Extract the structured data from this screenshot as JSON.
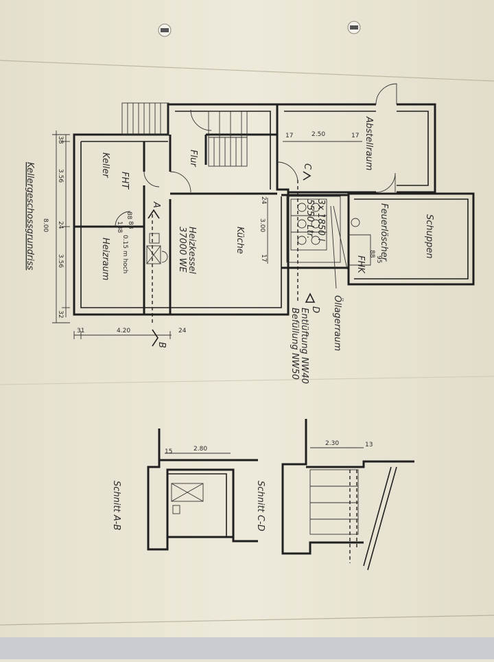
{
  "rooms": {
    "abstellraum": "Abstellraum",
    "schuppen": "Schuppen",
    "feuerloescher": "Feuerlöscher",
    "fhk": "FHK",
    "flur": "Flur",
    "keller": "Keller",
    "fht": "FHT",
    "heizraum": "Heizraum",
    "kueche": "Küche",
    "heizkessel": "Heizkessel",
    "heizkessel_power": "37000 WE",
    "tank_count": "3x 1850 l",
    "tank_volume": "5550 Ltr.",
    "oellagerraum": "Öllagerraum"
  },
  "notes": {
    "hoch": "0.15 m hoch",
    "entlueftung": "Entlüftung NW40",
    "befuellung": "Befüllung NW50"
  },
  "titles": {
    "grundriss": "Kellergeschossgrundriss",
    "schnitt_ab": "Schnitt A-B",
    "schnitt_cd": "Schnitt C-D"
  },
  "section_marks": {
    "a": "A",
    "b": "B",
    "c": "C",
    "d": "D"
  },
  "dimensions": {
    "d_2_50": "2.50",
    "d_17a": "17",
    "d_17b": "17",
    "d_3_00": "3.00",
    "d_24a": "24",
    "d_17c": "17",
    "d_38": "38",
    "d_3_56a": "3.56",
    "d_24b": "24",
    "d_3_56b": "3.56",
    "d_32": "32",
    "d_8_00": "8.00",
    "d_88a": "88",
    "d_188": "188",
    "d_88b": "88",
    "d_4_20": "4.20",
    "d_31": "31",
    "d_24c": "24",
    "d_2_80": "2.80",
    "d_15": "15",
    "d_2_30": "2.30",
    "d_13": "13",
    "d_88c": "88",
    "d_95": "95"
  }
}
